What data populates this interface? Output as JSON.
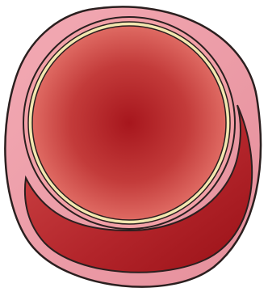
{
  "diagram": {
    "type": "cross-section illustration",
    "elements": [
      "outer-wall",
      "crescent-lumen",
      "inner-vessel-membrane",
      "inner-vessel-core"
    ],
    "colors": {
      "outline": "#2b1f1f",
      "outer_wall": "#e58f9b",
      "outer_wall_highlight": "#f3aab4",
      "crescent_light": "#d14a4a",
      "crescent_dark": "#9a1117",
      "membrane_yellow": "#f3e7b0",
      "membrane_pink": "#f2a0a7",
      "core_center": "#a7161d",
      "core_edge": "#e6766d"
    }
  }
}
